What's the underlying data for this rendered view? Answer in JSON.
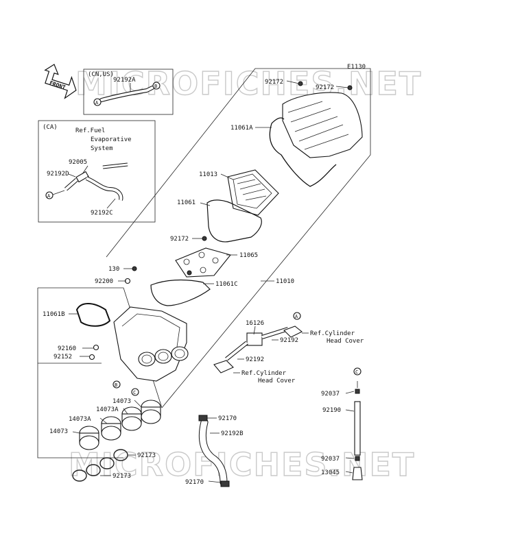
{
  "diagram_code": "E1130",
  "watermark": "MICROFICHES.NET",
  "front_arrow": "FRONT",
  "inset_cn_us": {
    "title": "(CN,US)",
    "part": "92192A",
    "conn_a": "A",
    "conn_b": "B"
  },
  "inset_ca": {
    "title": "(CA)",
    "ref_line1": "Ref.Fuel",
    "ref_line2": "Evaporative",
    "ref_line3": "System",
    "parts": [
      "92005",
      "92192D",
      "92192C"
    ],
    "conn_a": "A"
  },
  "labels": {
    "p92172_a": "92172",
    "p92172_b": "92172",
    "p11061A": "11061A",
    "p11013": "11013",
    "p11061": "11061",
    "p92172_c": "92172",
    "p11065": "11065",
    "p130": "130",
    "p92200": "92200",
    "p11061C": "11061C",
    "p11010": "11010",
    "p11061B": "11061B",
    "p16126": "16126",
    "p92192_a": "92192",
    "p92192_b": "92192",
    "p92160": "92160",
    "p92152": "92152",
    "p14073_a": "14073",
    "p14073A_a": "14073A",
    "p14073A_b": "14073A",
    "p14073_b": "14073",
    "p92173_a": "92173",
    "p92173_b": "92173",
    "p92170_a": "92170",
    "p92192B": "92192B",
    "p92170_b": "92170",
    "p92037_a": "92037",
    "p92190": "92190",
    "p92037_b": "92037",
    "p13045": "13045"
  },
  "connectors": {
    "a_main": "A",
    "b_main": "B",
    "c_main": "C",
    "c_right": "C"
  },
  "refs": {
    "cyl_head_1_line1": "Ref.Cylinder",
    "cyl_head_1_line2": "Head Cover",
    "cyl_head_2_line1": "Ref.Cylinder",
    "cyl_head_2_line2": "Head Cover"
  }
}
